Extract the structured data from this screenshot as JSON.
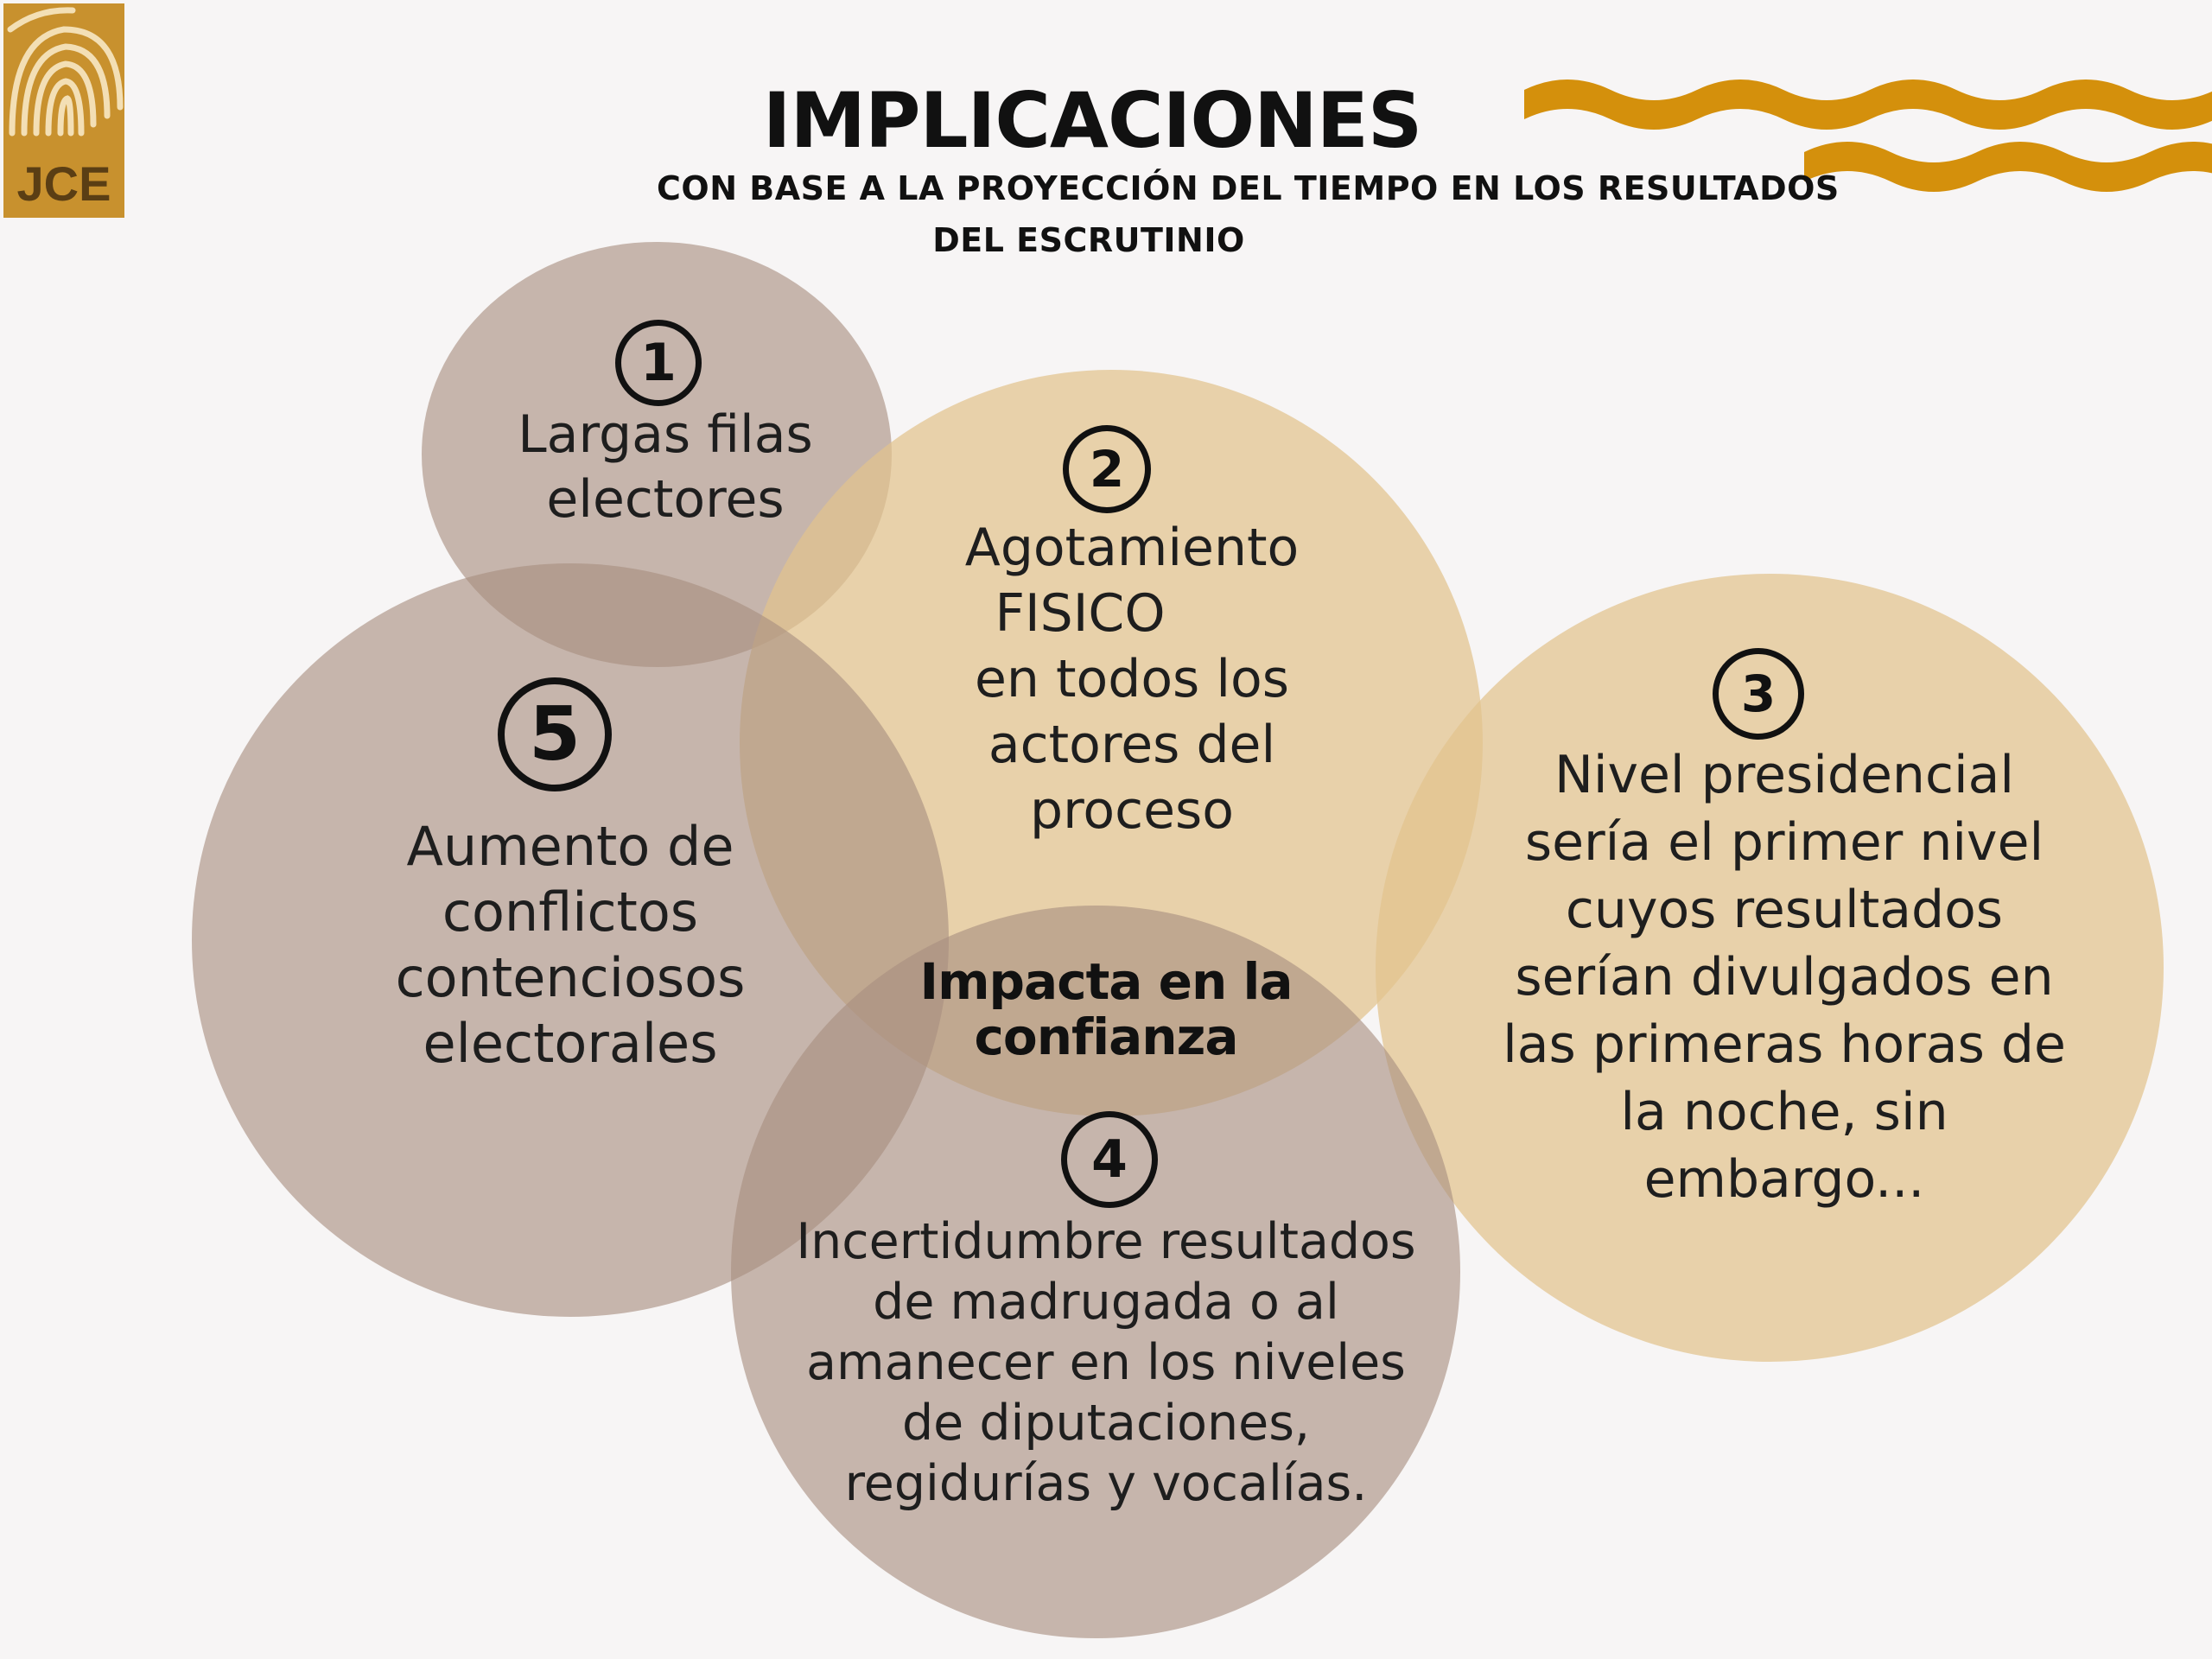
{
  "logo": {
    "text": "JCE",
    "color": "#c8912e"
  },
  "header": {
    "title": "IMPLICACIONES",
    "subtitle_line1": "CON BASE A LA PROYECCIÓN DEL TIEMPO EN LOS RESULTADOS",
    "subtitle_line2": "DEL ESCRUTINIO"
  },
  "colors": {
    "background": "#f7f5f5",
    "brown": "#a88e80",
    "gold": "#e2c48d",
    "wave": "#d4900c"
  },
  "center_label": {
    "line1": "Impacta en la",
    "line2": "confianza"
  },
  "items": [
    {
      "number": "1",
      "lines": [
        "Largas filas",
        "electores"
      ]
    },
    {
      "number": "2",
      "lines": [
        "Agotamiento",
        "FISICO",
        "en  todos los",
        "actores del",
        "proceso"
      ]
    },
    {
      "number": "3",
      "lines": [
        "Nivel presidencial",
        "sería el primer nivel",
        "cuyos resultados",
        "serían divulgados en",
        "las primeras horas de",
        "la noche, sin",
        "embargo..."
      ]
    },
    {
      "number": "4",
      "lines": [
        "Incertidumbre resultados",
        "de madrugada o al",
        "amanecer  en los niveles",
        "de diputaciones,",
        "regidurías y vocalías."
      ]
    },
    {
      "number": "5",
      "lines": [
        "Aumento de",
        "conflictos",
        "contenciosos",
        "electorales"
      ]
    }
  ]
}
